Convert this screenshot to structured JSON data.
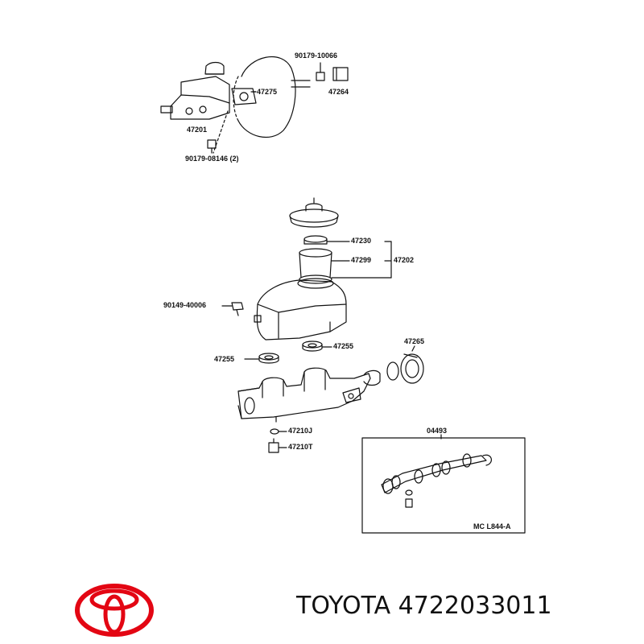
{
  "diagram": {
    "labels": {
      "p90179_10066": "90179-10066",
      "p47275": "47275",
      "p47264": "47264",
      "p47201": "47201",
      "p90179_08146": "90179-08146 (2)",
      "p47230": "47230",
      "p47299": "47299",
      "p47202": "47202",
      "p90149_40006": "90149-40006",
      "p47255_left": "47255",
      "p47255_right": "47255",
      "p47265": "47265",
      "p47210J": "47210J",
      "p47210T": "47210T",
      "p04493": "04493",
      "ref_code": "MC  L844-A"
    }
  },
  "caption": {
    "brand": "TOYOTA",
    "part_number": "4722033011"
  },
  "colors": {
    "line": "#111111",
    "logo_red": "#e30613"
  }
}
